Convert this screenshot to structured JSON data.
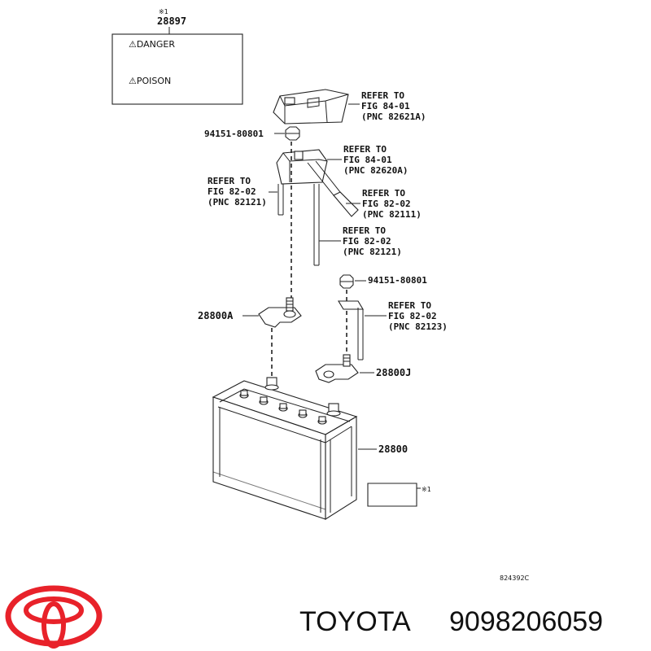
{
  "warning_label": {
    "mark": "※1",
    "part_number": "28897",
    "line1": "⚠DANGER",
    "line2": "⚠POISON"
  },
  "callouts": {
    "ref_a": {
      "l1": "REFER TO",
      "l2": "FIG 84-01",
      "l3": "(PNC 82621A)"
    },
    "ref_b": {
      "l1": "REFER TO",
      "l2": "FIG 84-01",
      "l3": "(PNC 82620A)"
    },
    "ref_c": {
      "l1": "REFER TO",
      "l2": "FIG 82-02",
      "l3": "(PNC 82121)"
    },
    "ref_d": {
      "l1": "REFER TO",
      "l2": "FIG 82-02",
      "l3": "(PNC 82111)"
    },
    "ref_e": {
      "l1": "REFER TO",
      "l2": "FIG 82-02",
      "l3": "(PNC 82121)"
    },
    "ref_f": {
      "l1": "REFER TO",
      "l2": "FIG 82-02",
      "l3": "(PNC 82123)"
    }
  },
  "parts": {
    "nut_top": "94151-80801",
    "nut_right": "94151-80801",
    "clamp_neg": "28800A",
    "clamp_pos": "28800J",
    "battery": "28800",
    "label_mark": "※1"
  },
  "diagram_code": "824392C",
  "footer": {
    "brand": "TOYOTA",
    "part_number": "9098206059",
    "logo_color": "#e8222a"
  }
}
